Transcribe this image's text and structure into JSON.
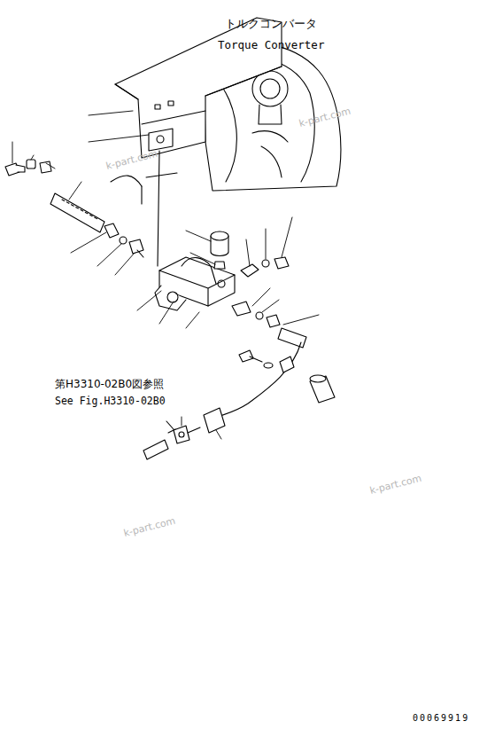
{
  "diagram": {
    "labels": [
      "トルクコンバータ",
      "Torque Converter",
      "k-part.com",
      "k-part.com",
      "第H3310-02B0図参照",
      "See Fig.H3310-02B0",
      "k-part.com",
      "k-part.com",
      "00069919"
    ]
  }
}
